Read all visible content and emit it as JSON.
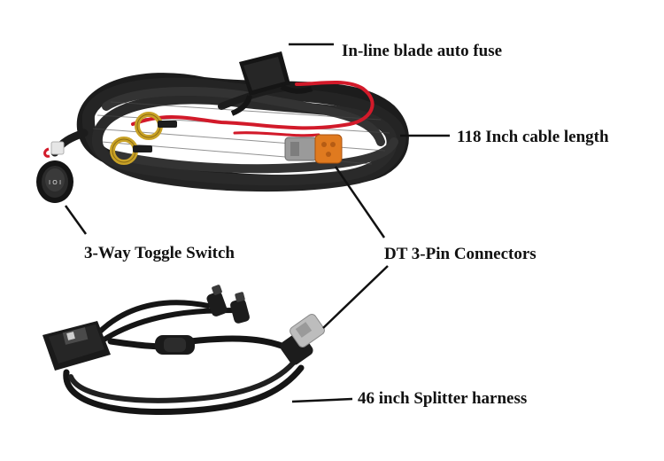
{
  "callouts": {
    "fuse": "In-line blade auto fuse",
    "cable": "118 Inch cable length",
    "switch": "3-Way Toggle Switch",
    "connectors": "DT 3-Pin Connectors",
    "splitter": "46 inch Splitter harness"
  },
  "switch_face": {
    "glyph": "I O I"
  },
  "colors": {
    "background": "#ffffff",
    "braid": "#1c1c1c",
    "red_wire": "#d21a2a",
    "ring_terminal": "#c9a227",
    "connector_orange": "#e07a1f",
    "connector_gray": "#9a9a9a",
    "text": "#111111"
  }
}
